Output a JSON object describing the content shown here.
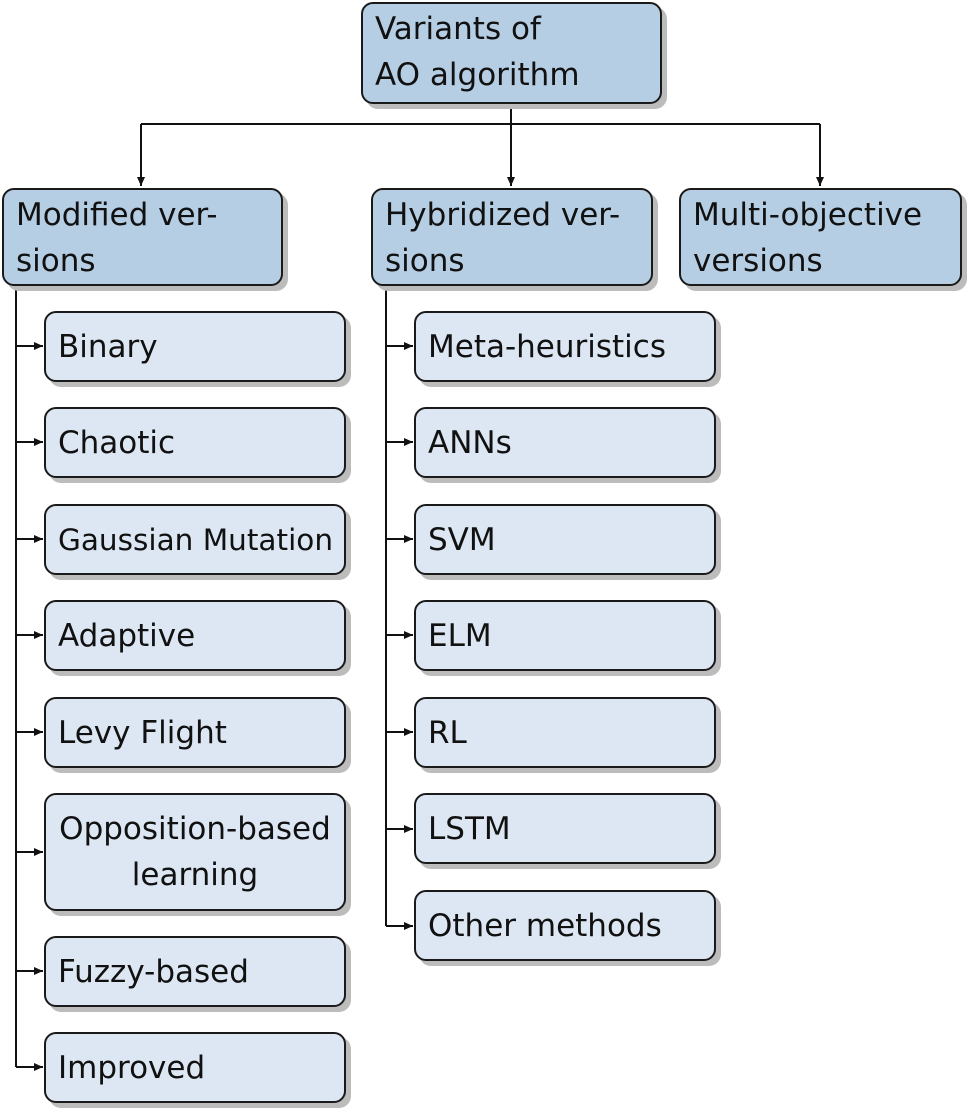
{
  "root": {
    "lines": [
      "Variants of",
      "AO algorithm"
    ]
  },
  "categories": [
    {
      "id": "modified",
      "lines": [
        "Modified ver-",
        "sions"
      ]
    },
    {
      "id": "hybridized",
      "lines": [
        "Hybridized ver-",
        "sions"
      ]
    },
    {
      "id": "multi",
      "lines": [
        "Multi-objective",
        "versions"
      ]
    }
  ],
  "modified_items": [
    "Binary",
    "Chaotic",
    "Gaussian Mutation",
    "Adaptive",
    "Levy Flight",
    [
      "Opposition-based",
      "learning"
    ],
    "Fuzzy-based",
    "Improved"
  ],
  "hybridized_items": [
    "Meta-heuristics",
    "ANNs",
    "SVM",
    "ELM",
    "RL",
    "LSTM",
    "Other methods"
  ]
}
